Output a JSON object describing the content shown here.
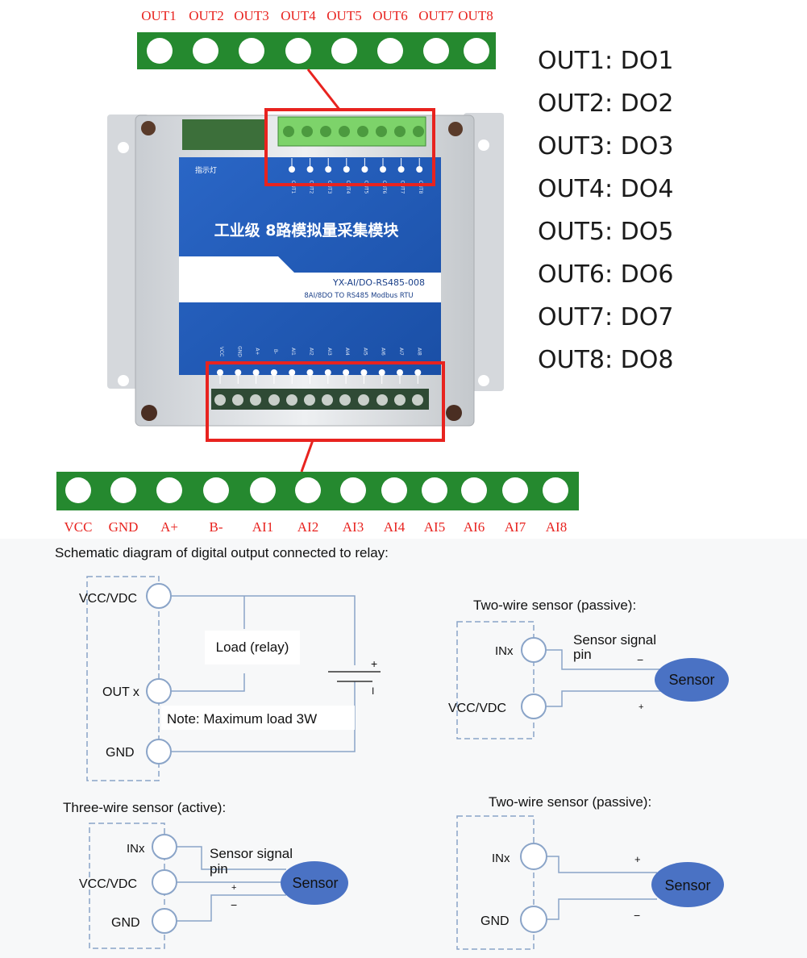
{
  "top_terminals": [
    "OUT1",
    "OUT2",
    "OUT3",
    "OUT4",
    "OUT5",
    "OUT6",
    "OUT7",
    "OUT8"
  ],
  "bottom_terminals": [
    "VCC",
    "GND",
    "A+",
    "B-",
    "AI1",
    "AI2",
    "AI3",
    "AI4",
    "AI5",
    "AI6",
    "AI7",
    "AI8"
  ],
  "output_map": [
    "OUT1: DO1",
    "OUT2: DO2",
    "OUT3: DO3",
    "OUT4: DO4",
    "OUT5: DO5",
    "OUT6: DO6",
    "OUT7: DO7",
    "OUT8: DO8"
  ],
  "module": {
    "indicator": "指示灯",
    "title": "工业级 8路模拟量采集模块",
    "model": "YX-AI/DO-RS485-008",
    "subtitle": "8AI/8DO TO RS485   Modbus RTU",
    "top_pins": [
      "OUT1",
      "OUT2",
      "OUT3",
      "OUT4",
      "OUT5",
      "OUT6",
      "OUT7",
      "OUT8"
    ],
    "bottom_pins": [
      "VCC",
      "GND",
      "A+",
      "B-",
      "AI1",
      "AI2",
      "AI3",
      "AI4",
      "AI5",
      "AI6",
      "AI7",
      "AI8"
    ]
  },
  "relay": {
    "title": "Schematic diagram of digital output connected to relay:",
    "vcc": "VCC/VDC",
    "outx": "OUT x",
    "gnd": "GND",
    "load": "Load (relay)",
    "note": "Note: Maximum load 3W",
    "plus": "+",
    "minus": "I"
  },
  "two_wire_a": {
    "title": "Two-wire sensor (passive):",
    "inx": "INx",
    "vcc": "VCC/VDC",
    "signal": [
      "Sensor signal",
      "pin"
    ],
    "sensor": "Sensor",
    "minus": "−",
    "plus": "+"
  },
  "three_wire": {
    "title": "Three-wire sensor (active):",
    "inx": "INx",
    "vcc": "VCC/VDC",
    "gnd": "GND",
    "signal": [
      "Sensor signal",
      "pin"
    ],
    "sensor": "Sensor",
    "plus": "+",
    "minus": "−"
  },
  "two_wire_b": {
    "title": "Two-wire sensor (passive):",
    "inx": "INx",
    "gnd": "GND",
    "sensor": "Sensor",
    "plus": "+",
    "minus": "−"
  },
  "colors": {
    "terminal_green": "#25892f",
    "label_red": "#e8231f",
    "wire_blue": "#8aa4c8",
    "sensor_blue": "#4a72c4",
    "module_blue": "#1f58b7"
  }
}
